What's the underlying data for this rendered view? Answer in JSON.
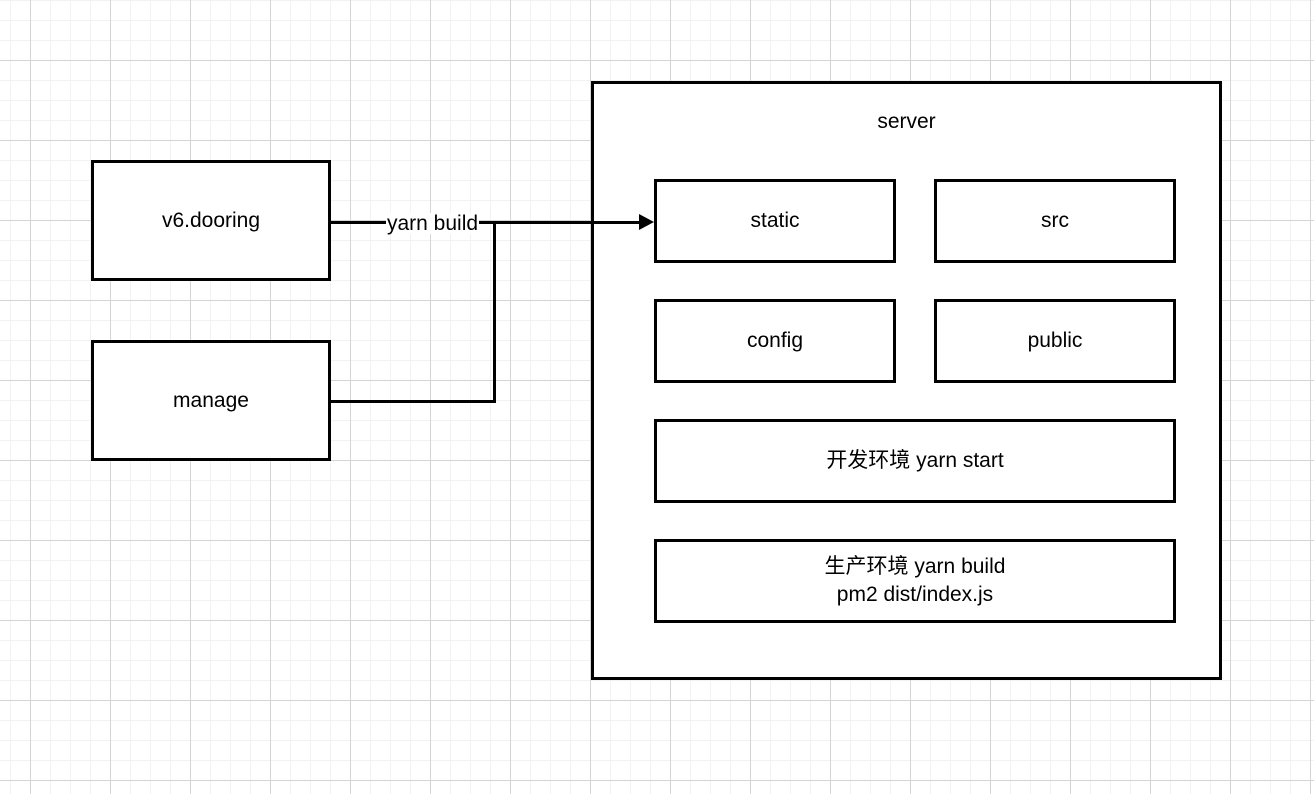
{
  "diagram": {
    "title_text": "server",
    "sources": [
      {
        "id": "v6-dooring",
        "label": "v6.dooring"
      },
      {
        "id": "manage",
        "label": "manage"
      }
    ],
    "edges": [
      {
        "id": "build-edge",
        "label": "yarn build",
        "arrow": "arrow-head-icon",
        "from": "v6.dooring / manage",
        "to": "static"
      }
    ],
    "server": {
      "label": "server",
      "children": [
        {
          "id": "static",
          "label": "static"
        },
        {
          "id": "src",
          "label": "src"
        },
        {
          "id": "config",
          "label": "config"
        },
        {
          "id": "public",
          "label": "public"
        },
        {
          "id": "dev-env",
          "label": "开发环境 yarn start"
        },
        {
          "id": "prod-env",
          "label": "生产环境 yarn build\npm2 dist/index.js"
        }
      ]
    }
  },
  "colors": {
    "stroke": "#000000",
    "fill": "#ffffff",
    "grid_minor": "#f2f2f2",
    "grid_major": "#d4d4d4"
  }
}
